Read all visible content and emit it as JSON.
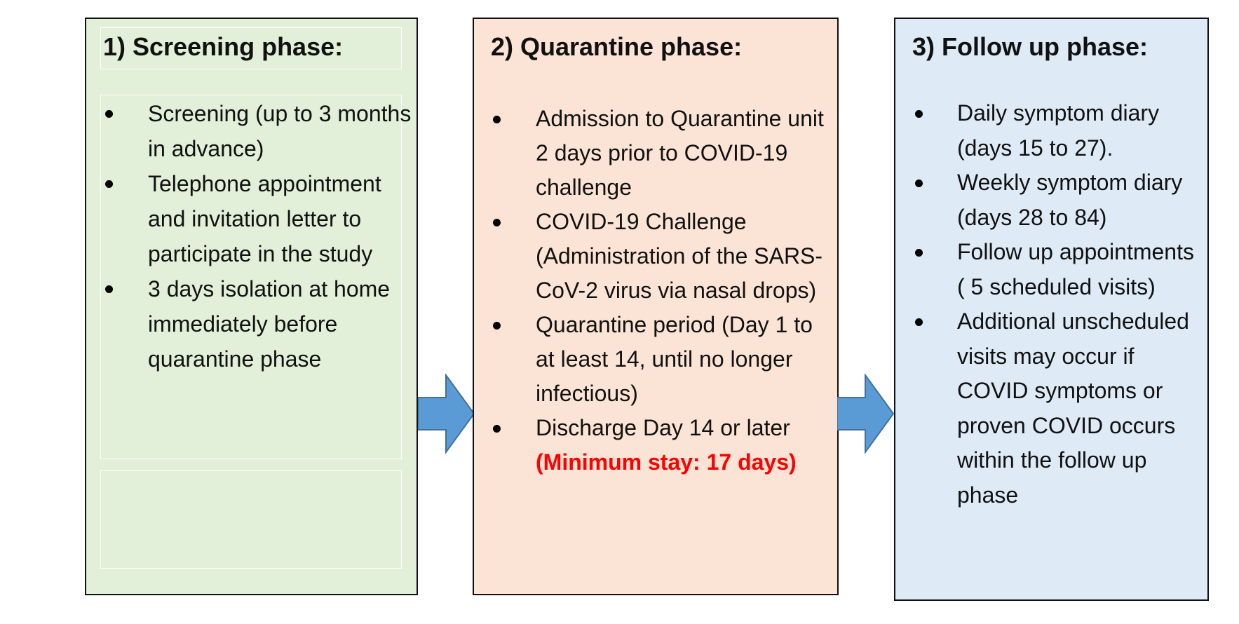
{
  "phases": [
    {
      "title": "1) Screening phase:",
      "color": "#e2efd9",
      "items": [
        "Screening (up to 3 months in advance)",
        "Telephone appointment and invitation letter to participate in the study",
        "3 days isolation at home immediately before quarantine phase"
      ]
    },
    {
      "title": "2) Quarantine phase:",
      "color": "#fbe4d5",
      "items": [
        "Admission to Quarantine unit 2 days prior to COVID-19 challenge",
        "COVID-19 Challenge (Administration of the SARS-CoV-2 virus via nasal drops)",
        "Quarantine period (Day 1 to at least 14, until no longer infectious)",
        "Discharge Day 14 or later"
      ],
      "highlight": "(Minimum stay: 17 days)",
      "highlight_color": "#ff0000"
    },
    {
      "title": "3) Follow up phase:",
      "color": "#deeaf6",
      "items": [
        "Daily symptom diary (days 15 to 27).",
        "Weekly symptom diary (days 28 to 84)",
        "Follow up appointments ( 5 scheduled visits)",
        "Additional unscheduled visits may occur if COVID symptoms or proven COVID occurs within the follow up phase"
      ]
    }
  ],
  "arrow_color": "#5b9bd5",
  "arrow_border_color": "#41719c"
}
